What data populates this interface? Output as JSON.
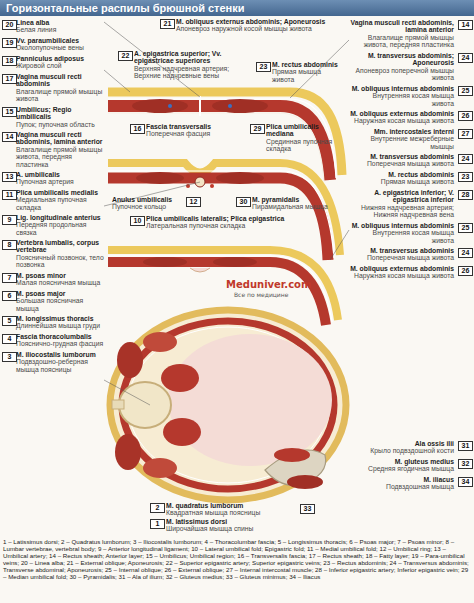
{
  "diagram": {
    "title": "Горизонтальные распилы брюшной стенки",
    "caption": "1 – Latissimus dorsi; 2 – Quadratus lumborum; 3 – Iliocostalis lumborum; 4 – Thoracolumbar fascia; 5 – Longissimus thoracis; 6 – Psoas major; 7 – Psoas minor; 8 – Lumbar vertebrae, vertebral body; 9 – Anterior longitudinal ligament; 10 – Lateral umbilical fold; Epigastric fold; 11 – Medial umbilical fold; 12 – Umbilical ring; 13 – Umbilical artery; 14 – Rectus sheath; Anterior layer; 15 – Umbilicus; Umbilical region; 16 – Transversalis fascia; 17 – Rectus sheath; 18 – Fatty layer; 19 – Para-umbilical veins; 20 – Linea alba; 21 – External oblique; Aponeurosis; 22 – Superior epigastric artery; Superior epigastric veins; 23 – Rectus abdominis; 24 – Transversus abdominis; Transverse abdominal; Aponeurosis; 25 – Internal oblique; 26 – External oblique; 27 – Internal intercostal muscle; 28 – Inferior epigastric artery; Inferior epigastric vein; 29 – Median umbilical fold; 30 – Pyramidalis; 31 – Ala of ilium; 32 – Gluteus medius; 33 – Gluteus minimus; 34 – Iliacus",
    "labels": [
      "20",
      "Linea alba",
      "Белая линия",
      "19",
      "Vv. paraumbilicales",
      "Околопупочные вены",
      "18",
      "Panniculus adiposus",
      "Жировой слой",
      "17",
      "Vagina musculi recti abdominis",
      "Влагалище прямой мышцы живота",
      "15",
      "Umbilicus; Regio umbilicalis",
      "Пупок; пупочная область",
      "14",
      "Vagina musculi recti abdominis, lamina anterior",
      "Влагалище прямой мышцы живота, передняя пластинка",
      "13",
      "A. umbilicalis",
      "Пупочная артерия",
      "11",
      "Plica umbilicalis medialis",
      "Медиальная пупочная складка",
      "9",
      "Lig. longitudinale anterius",
      "Передняя продольная связка",
      "8",
      "Vertebra lumbalis, corpus vertebrae",
      "Поясничный позвонок, тело позвонка",
      "7",
      "M. psoas minor",
      "Малая поясничная мышца",
      "6",
      "M. psoas major",
      "Большая поясничная мышца",
      "5",
      "M. longissimus thoracis",
      "Длиннейшая мышца груди",
      "4",
      "Fascia thoracolumbalis",
      "Пояснично-грудная фасция",
      "3",
      "M. iliocostalis lumborum",
      "Подвздошно-реберная мышца поясницы",
      "21",
      "M. obliquus externus abdominis; Aponeurosis",
      "Апоневроз наружной косой мышцы живота",
      "22",
      "A. epigastrica superior; Vv. epigastricae superiores",
      "Верхняя надчревная артерия; Верхние надчревные вены",
      "23",
      "M. rectus abdominis",
      "Прямая мышца живота",
      "16",
      "Fascia transversalis",
      "Поперечная фасция",
      "29",
      "Plica umbilicalis mediana",
      "Срединная пупочная складка",
      "12",
      "Anulus umbilicalis",
      "Пупочное кольцо",
      "30",
      "M. pyramidalis",
      "Пирамидальная мышца",
      "10",
      "Plica umbilicalis lateralis; Plica epigastrica",
      "Латеральная пупочная складка",
      "2",
      "M. quadratus lumborum",
      "Квадратная мышца поясницы",
      "1",
      "M. latissimus dorsi",
      "Широчайшая мышца спины",
      "14",
      "Vagina musculi recti abdominis, lamina anterior",
      "Влагалище прямой мышцы живота, передняя пластинка",
      "24",
      "M. transversus abdominis; Aponeurosis",
      "Апоневроз поперечной мышцы живота",
      "25",
      "M. obliquus internus abdominis",
      "Внутренняя косая мышца живота",
      "26",
      "M. obliquus externus abdominis",
      "Наружная косая мышца живота",
      "27",
      "Mm. intercostales interni",
      "Внутренние межреберные мышцы",
      "24",
      "M. transversus abdominis",
      "Поперечная мышца живота",
      "23",
      "M. rectus abdominis",
      "Прямая мышца живота",
      "28",
      "A. epigastrica inferior; V. epigastrica inferior",
      "Нижняя надчревная артерия; Нижняя надчревная вена",
      "25",
      "M. obliquus internus abdominis",
      "Внутренняя косая мышца живота",
      "24",
      "M. transversus abdominis",
      "Поперечная мышца живота",
      "26",
      "M. obliquus externus abdominis",
      "Наружная косая мышца живота",
      "31",
      "Ala ossis ilii",
      "Крыло подвздошной кости",
      "32",
      "M. gluteus medius",
      "Средняя ягодичная мышца",
      "34",
      "M. iliacus",
      "Подвздошная мышца",
      "33",
      "Meduniver.com",
      "Все по медицине"
    ]
  }
}
